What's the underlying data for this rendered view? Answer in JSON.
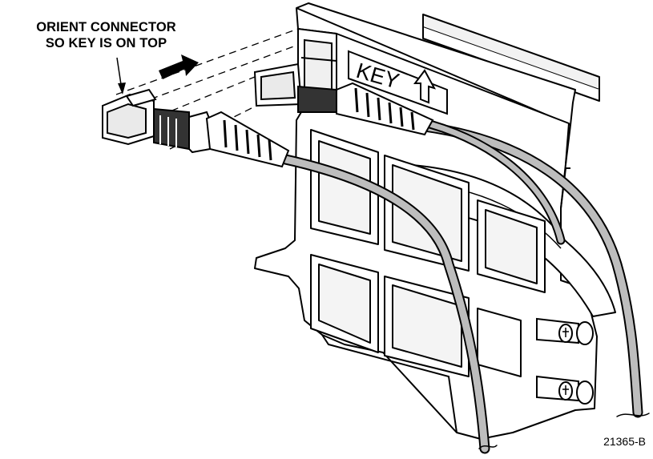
{
  "callout": {
    "line1": "ORIENT CONNECTOR",
    "line2": "SO KEY IS ON TOP"
  },
  "panel_label": "KEY",
  "figure_number": "21365-B",
  "icons": {
    "key_arrow": "up-arrow-icon",
    "direction_arrow": "insert-direction-arrow-icon"
  },
  "colors": {
    "line": "#000000",
    "cable": "#bdbdbd",
    "shade": "#e6e6e6",
    "background": "#ffffff"
  }
}
